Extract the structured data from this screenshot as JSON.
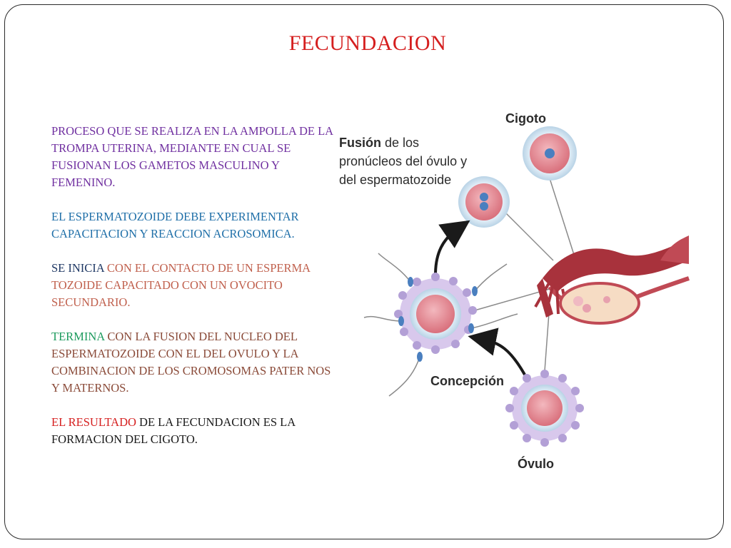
{
  "slide": {
    "title": "FECUNDACION"
  },
  "text": {
    "p1": "PROCESO QUE SE REALIZA EN LA AMPOLLA DE LA TROMPA UTERINA, MEDIANTE EN CUAL SE FUSIONAN LOS GAMETOS MASCULINO Y FEMENINO.",
    "p2": "EL ESPERMATOZOIDE DEBE EXPERIMENTAR CAPACITACION Y REACCION ACROSOMICA.",
    "p3_a": "SE INICIA",
    "p3_b": " CON EL CONTACTO DE UN ESPERMA TOZOIDE CAPACITADO CON UN OVOCITO SECUNDARIO.",
    "p4_a": "TERMINA",
    "p4_b": " CON LA FUSION DEL NUCLEO DEL ESPERMATOZOIDE CON EL DEL OVULO Y LA COMBINACION DE LOS CROMOSOMAS PATER NOS Y MATERNOS.",
    "p5_a": "EL RESULTADO",
    "p5_b": " DE LA FECUNDACION ES LA FORMACION DEL CIGOTO."
  },
  "diagram": {
    "label_cigoto": "Cigoto",
    "label_fusion_1": "Fusión",
    "label_fusion_1b": " de los",
    "label_fusion_2": "pronúcleos del óvulo y",
    "label_fusion_3": "del espermatozoide",
    "label_concepcion": "Concepción",
    "label_ovulo": "Óvulo"
  },
  "colors": {
    "title": "#d51f1f",
    "cell_fill": "#e8909a",
    "zona": "#d9eaf5",
    "tube": "#a8323c"
  }
}
